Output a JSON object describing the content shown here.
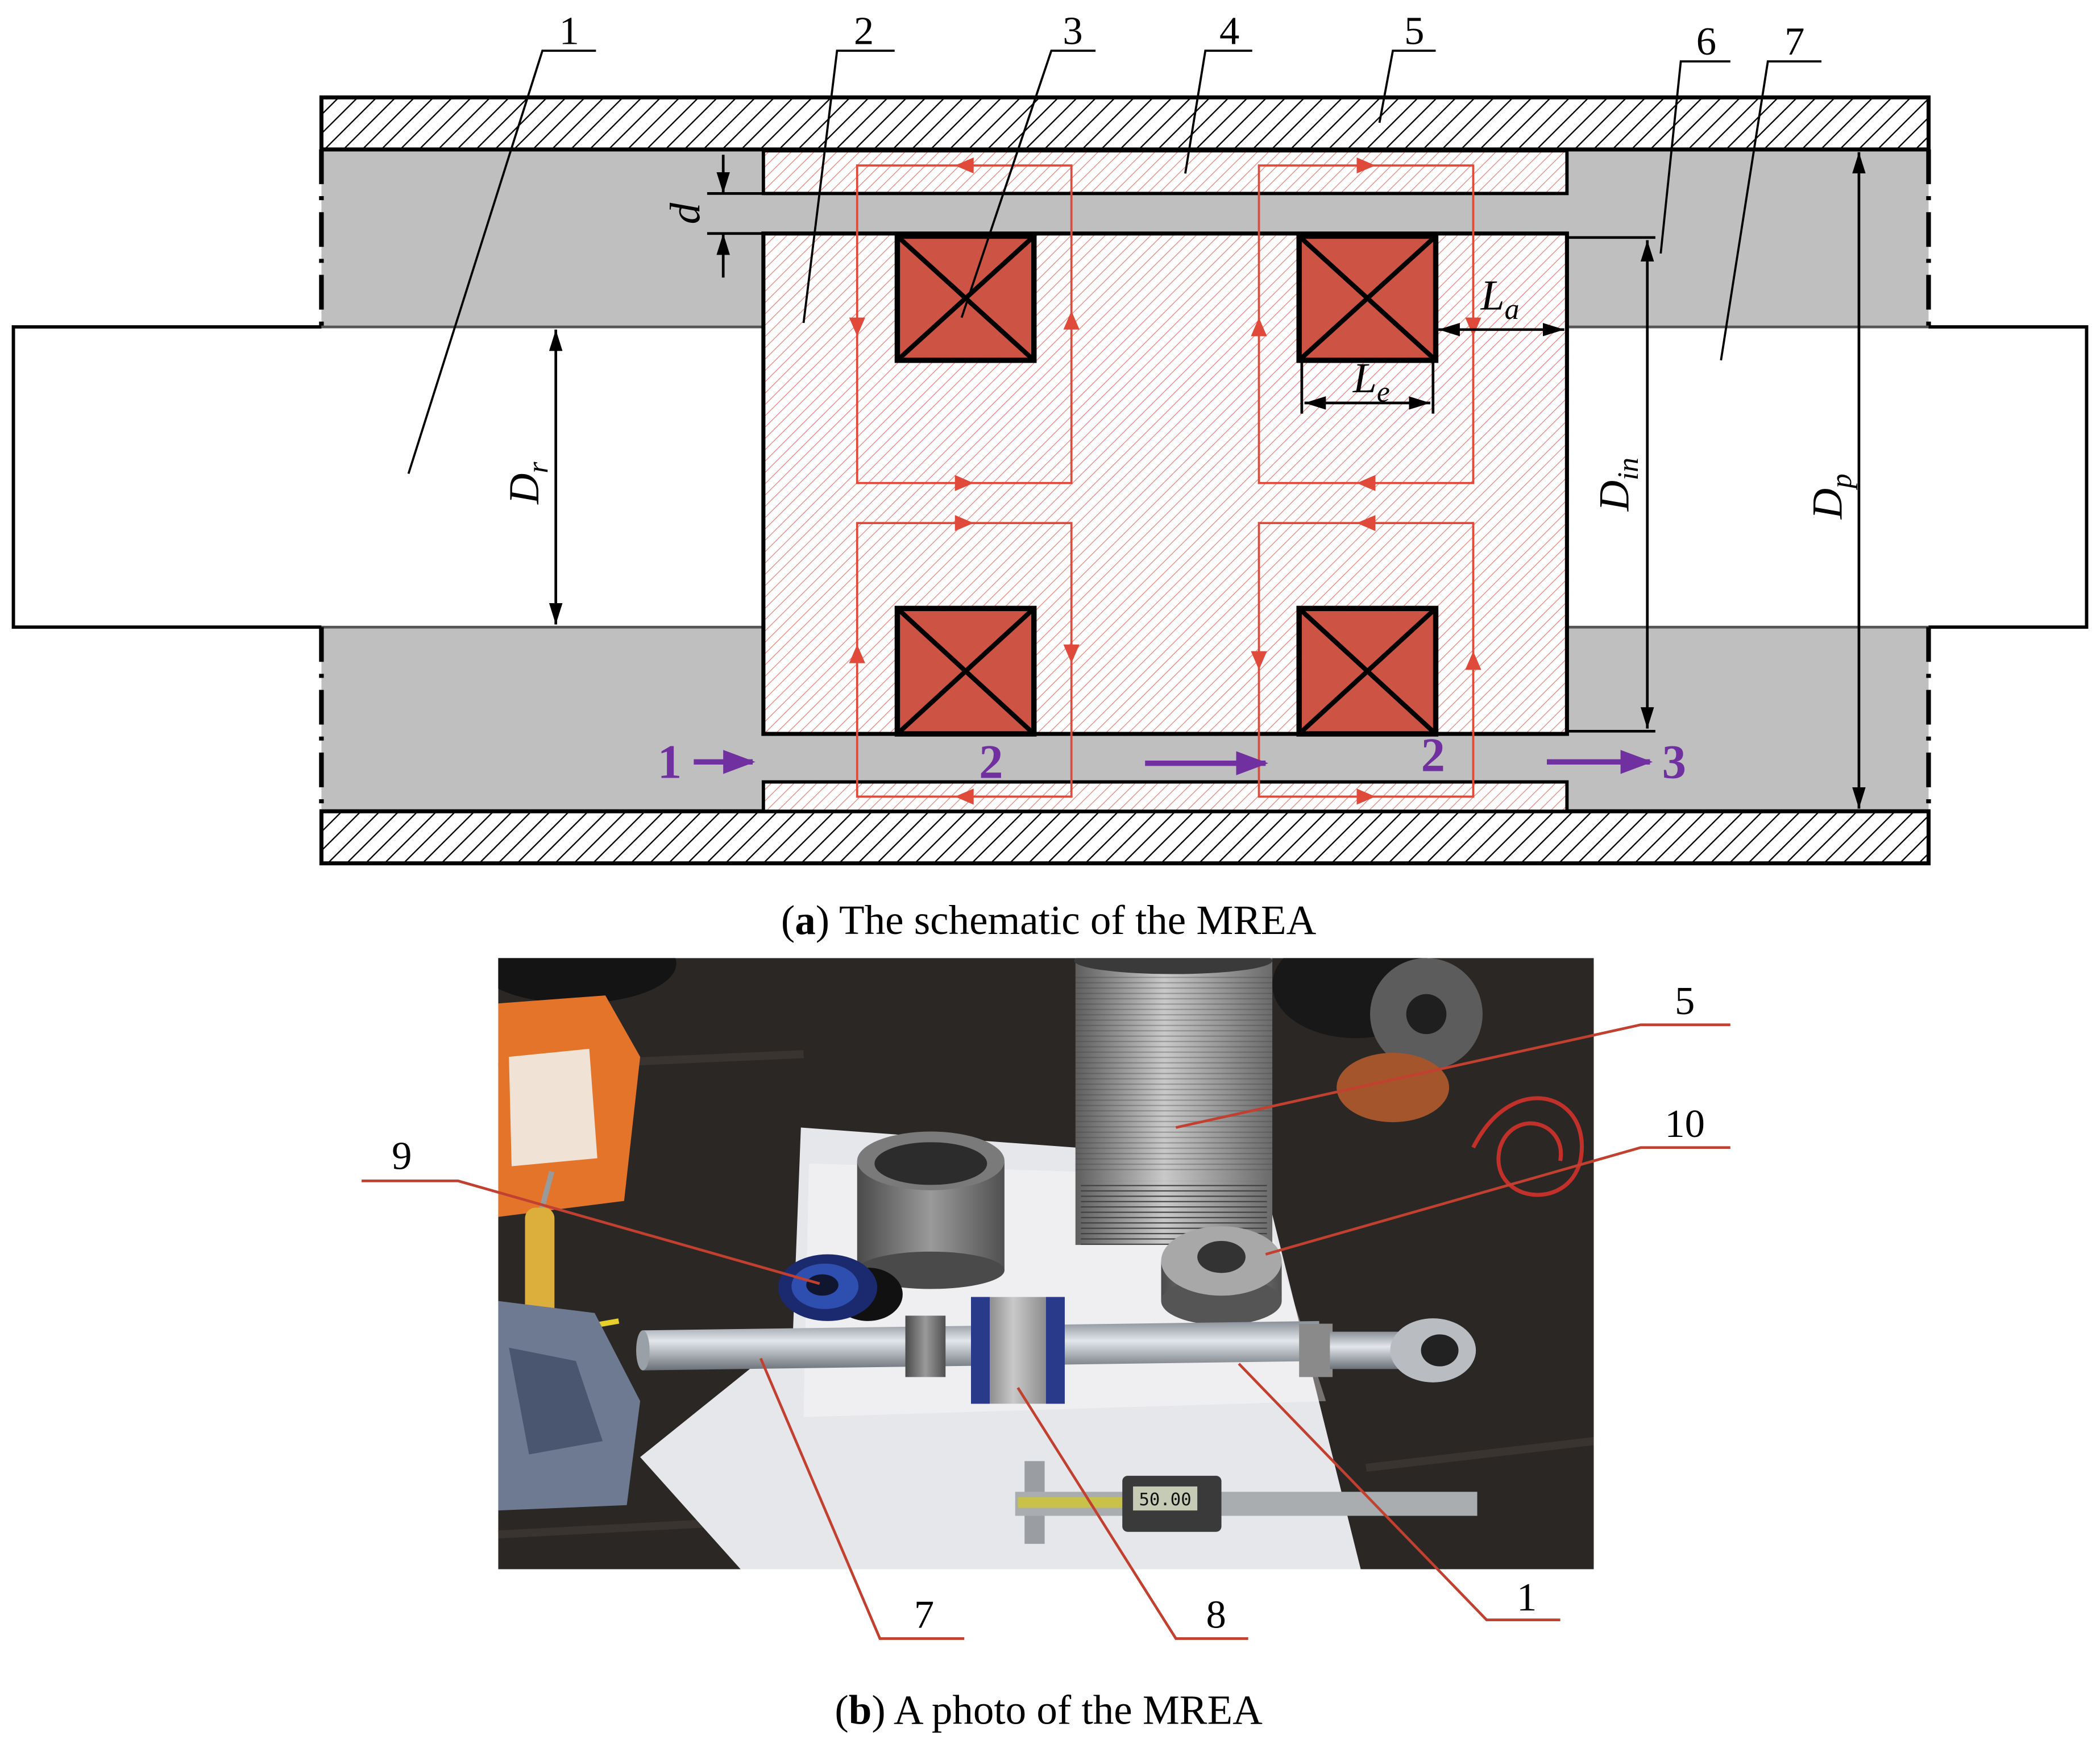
{
  "colors": {
    "fluid": "#bfbfbf",
    "coil": "#cd5444",
    "flux": "#e04a3a",
    "hatch_red": "#e9847e",
    "flow": "#7030a0",
    "leader": "#c2402f"
  },
  "schematic": {
    "part_labels": [
      "1",
      "2",
      "3",
      "4",
      "5",
      "6",
      "7"
    ],
    "dimensions": {
      "d": {
        "main": "d"
      },
      "Dr": {
        "main": "D",
        "sub": "r"
      },
      "Din": {
        "main": "D",
        "sub": "in"
      },
      "Dp": {
        "main": "D",
        "sub": "p"
      },
      "La": {
        "main": "L",
        "sub": "a"
      },
      "Le": {
        "main": "L",
        "sub": "e"
      }
    },
    "flow_labels": [
      "1",
      "2",
      "2",
      "3"
    ],
    "caption": {
      "open": "(",
      "letter": "a",
      "rest": ") The schematic of the MREA"
    }
  },
  "photo": {
    "part_labels": [
      "5",
      "10",
      "9",
      "7",
      "8",
      "1"
    ],
    "caliper_reading": "50.00",
    "caption": {
      "open": "(",
      "letter": "b",
      "rest": ") A photo of the MREA"
    }
  }
}
